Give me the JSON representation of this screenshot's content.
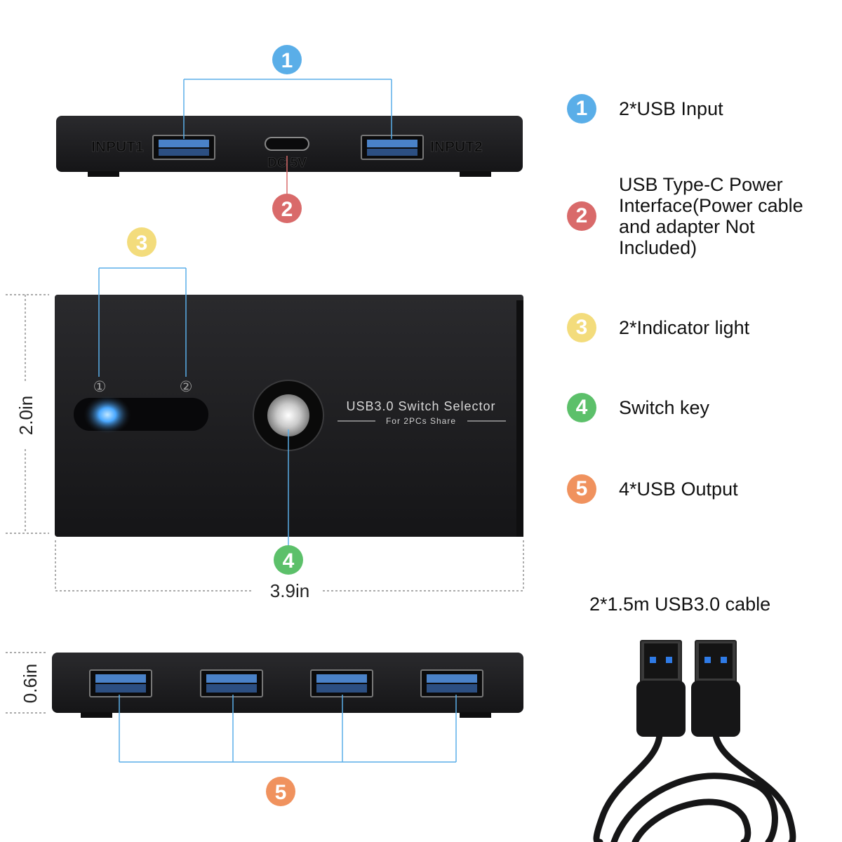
{
  "colors": {
    "blue": "#5aaee8",
    "red": "#d96a6a",
    "yellow": "#f3dc7c",
    "green": "#5cc06a",
    "orange": "#f0925e",
    "device": "#1b1b1d",
    "port_blue": "#3d6fb3"
  },
  "callouts": {
    "c1": "1",
    "c2": "2",
    "c3": "3",
    "c4": "4",
    "c5": "5"
  },
  "top_device": {
    "input1_label": "INPUT1",
    "input2_label": "INPUT2",
    "dc_label": "DC 5V"
  },
  "main_device": {
    "led1_label": "①",
    "led2_label": "②",
    "title": "USB3.0 Switch Selector",
    "subtitle": "For 2PCs Share"
  },
  "dimensions": {
    "height": "2.0in",
    "width": "3.9in",
    "depth": "0.6in"
  },
  "legend": [
    {
      "number": "1",
      "text": "2*USB Input",
      "color": "#5aaee8"
    },
    {
      "number": "2",
      "text": "USB Type-C Power\nInterface(Power cable\nand adapter Not\nIncluded)",
      "color": "#d96a6a"
    },
    {
      "number": "3",
      "text": "2*Indicator light",
      "color": "#f3dc7c"
    },
    {
      "number": "4",
      "text": "Switch key",
      "color": "#5cc06a"
    },
    {
      "number": "5",
      "text": "4*USB Output",
      "color": "#f0925e"
    }
  ],
  "cable": {
    "title": "2*1.5m USB3.0 cable"
  }
}
